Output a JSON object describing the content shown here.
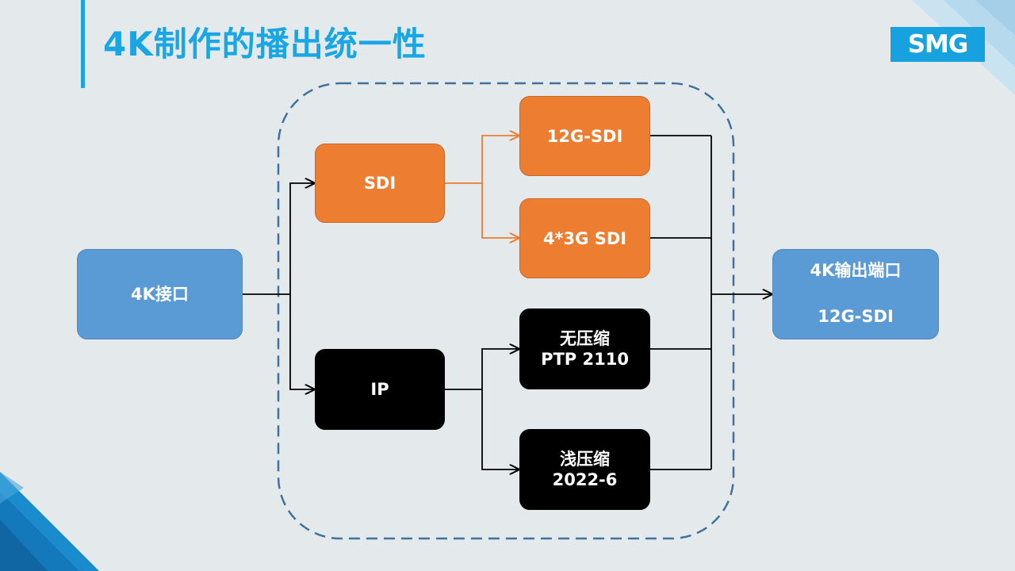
{
  "slide": {
    "title": "4K制作的播出统一性",
    "logo_text": "SMG"
  },
  "diagram": {
    "input": {
      "label": "4K接口"
    },
    "branches": {
      "sdi": {
        "label": "SDI"
      },
      "ip": {
        "label": "IP"
      }
    },
    "sdi_outputs": {
      "g12": {
        "label": "12G-SDI"
      },
      "quad3g": {
        "label": "4*3G SDI"
      }
    },
    "ip_outputs": {
      "uncompressed": {
        "line1": "无压缩",
        "line2": "PTP 2110"
      },
      "light": {
        "line1": "浅压缩",
        "line2": "2022-6"
      }
    },
    "output": {
      "line1": "4K输出端口",
      "line2": "12G-SDI"
    }
  },
  "colors": {
    "title": "#19a6e4",
    "blue_box": "#5b9bd5",
    "orange_box": "#ed7d31",
    "black_box": "#000000",
    "dashed_border": "#41719c",
    "sdi_arrow": "#ed7d31"
  }
}
